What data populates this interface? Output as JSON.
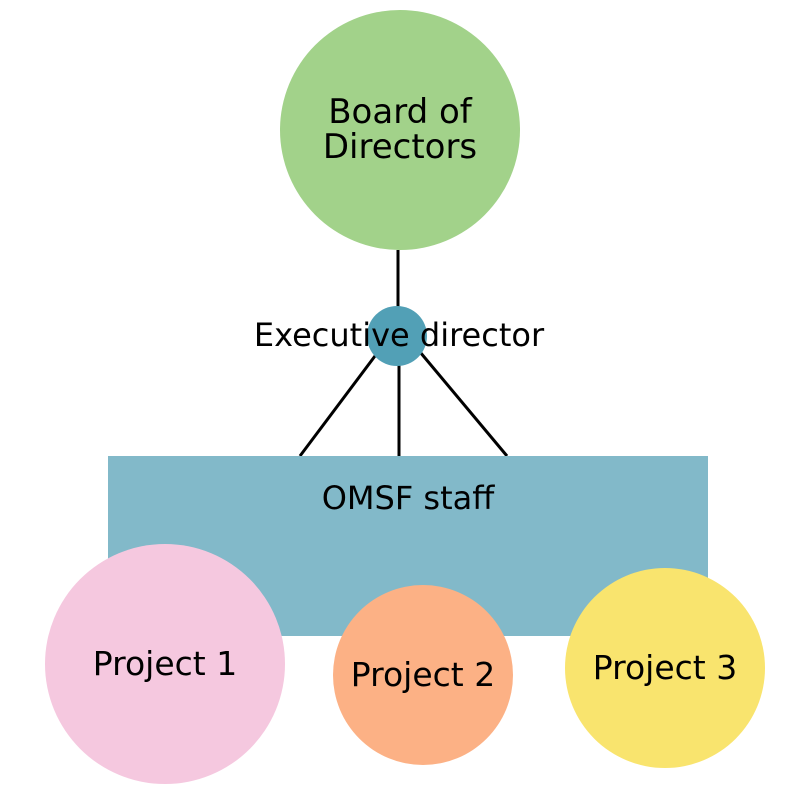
{
  "diagram": {
    "type": "org-chart",
    "colors": {
      "board": "#a2d28a",
      "executive": "#52a0b6",
      "staff": "#82b9c9",
      "project1": "#f5c8df",
      "project2": "#fcb185",
      "project3": "#f9e46e",
      "connector": "#000000"
    },
    "nodes": {
      "board": {
        "label": "Board of\nDirectors"
      },
      "executive": {
        "label": "Executive director"
      },
      "staff": {
        "label": "OMSF staff"
      },
      "project1": {
        "label": "Project 1"
      },
      "project2": {
        "label": "Project 2"
      },
      "project3": {
        "label": "Project 3"
      }
    },
    "edges": [
      {
        "from": "board",
        "to": "executive"
      },
      {
        "from": "executive",
        "to": "staff"
      },
      {
        "from": "executive",
        "to": "staff"
      },
      {
        "from": "executive",
        "to": "staff"
      }
    ]
  }
}
